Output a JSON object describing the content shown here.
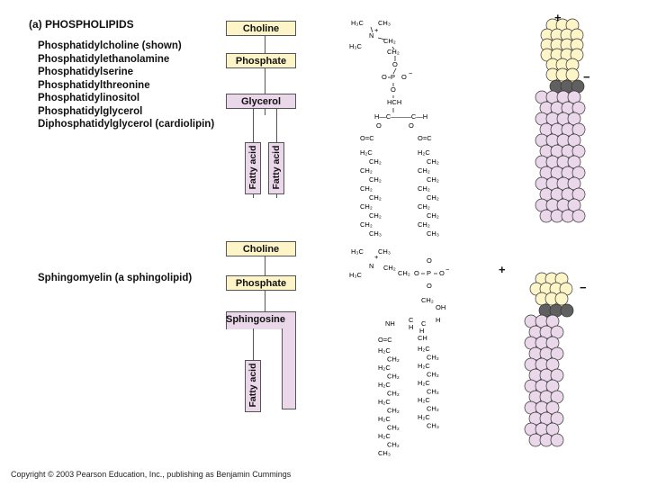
{
  "heading": "(a) PHOSPHOLIPIDS",
  "phospholipids": [
    "Phosphatidylcholine (shown)",
    "Phosphatidylethanolamine",
    "Phosphatidylserine",
    "Phosphatidylthreonine",
    "Phosphatidylinositol",
    "Phosphatidylglycerol",
    "Diphosphatidylglycerol (cardiolipin)"
  ],
  "sphingomyelin": {
    "label": "Sphingomyelin (a sphingolipid)"
  },
  "schematic_top": {
    "choline": "Choline",
    "phosphate": "Phosphate",
    "glycerol": "Glycerol",
    "fatty_acid_1": "Fatty acid",
    "fatty_acid_2": "Fatty acid"
  },
  "schematic_bottom": {
    "choline": "Choline",
    "phosphate": "Phosphate",
    "sphingosine": "Sphingosine",
    "fatty_acid": "Fatty acid"
  },
  "charges": {
    "plus": "+",
    "minus": "−"
  },
  "copyright": "Copyright © 2003 Pearson Education, Inc., publishing as Benjamin Cummings",
  "colors": {
    "head": "#fdf5c8",
    "tail": "#ead7ea",
    "glycerol": "#606060",
    "outline": "#333333"
  }
}
